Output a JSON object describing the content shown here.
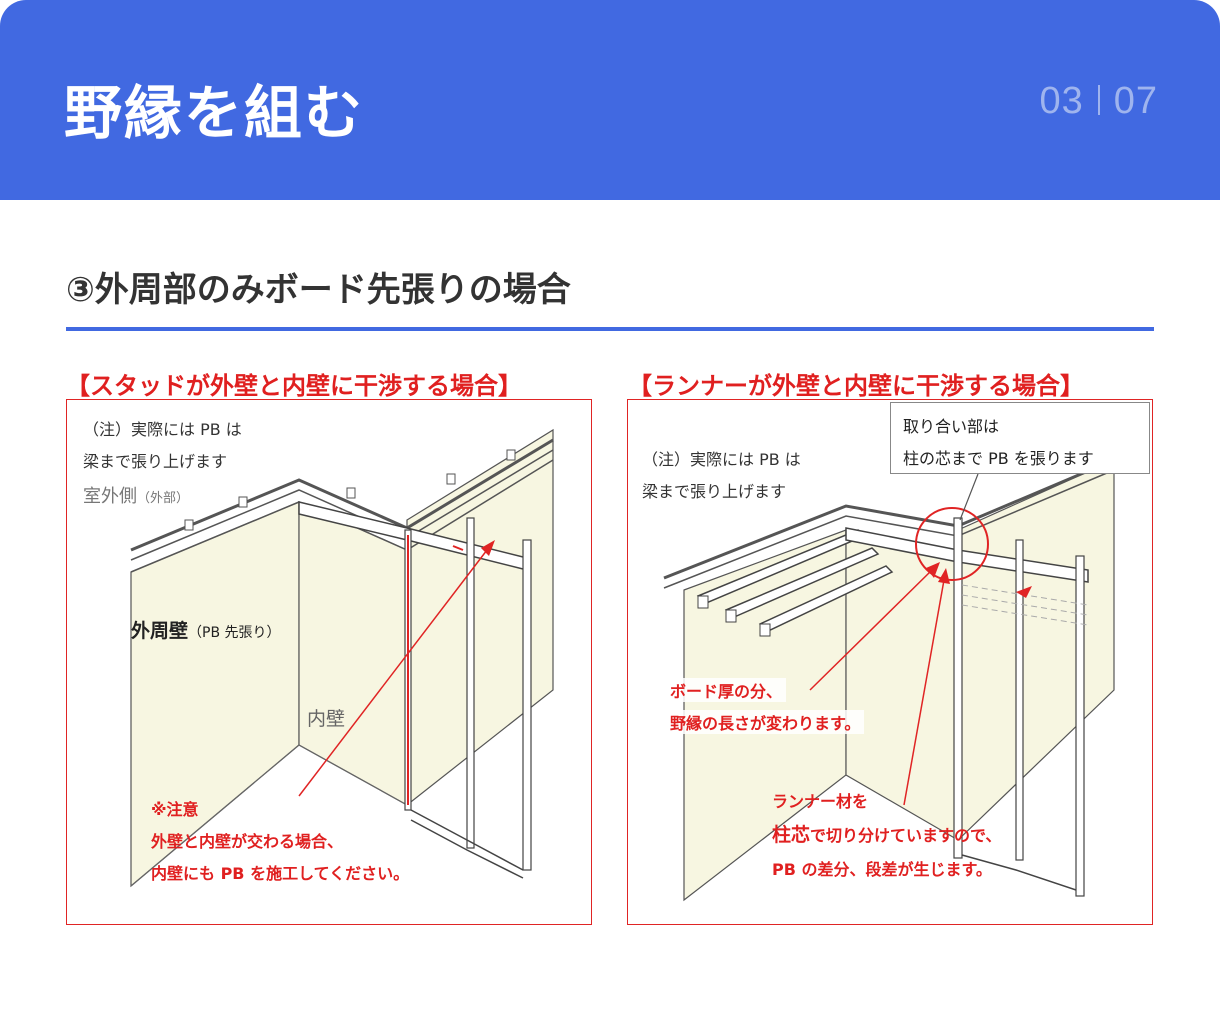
{
  "header": {
    "title": "野縁を組む",
    "page_current": "03",
    "page_total": "07"
  },
  "section_title": "③外周部のみボード先張りの場合",
  "left_panel": {
    "title": "【スタッドが外壁と内壁に干渉する場合】",
    "note_line1": "（注）実際には PB は",
    "note_line2": "梁まで張り上げます",
    "outside_label": "室外側",
    "outside_sub": "（外部）",
    "perimeter_label": "外周壁",
    "perimeter_sub": "（PB 先張り）",
    "inner_label": "内壁",
    "caution_line1": "※注意",
    "caution_line2": "外壁と内壁が交わる場合、",
    "caution_line3": "内壁にも PB を施工してください。"
  },
  "right_panel": {
    "title": "【ランナーが外壁と内壁に干渉する場合】",
    "callout_line1": "取り合い部は",
    "callout_line2": "柱の芯まで PB を張ります",
    "note_line1": "（注）実際には PB は",
    "note_line2": "梁まで張り上げます",
    "red_line1": "ボード厚の分、",
    "red_line2": "野縁の長さが変わります。",
    "bottom_line1": "ランナー材を",
    "bottom_line2_bold": "柱芯",
    "bottom_line2_rest": "で切り分けていますので、",
    "bottom_line3": "PB の差分、段差が生じます。"
  },
  "colors": {
    "header_blue": "#4169e1",
    "accent_red": "#e02020",
    "board_fill": "#f7f6e1"
  }
}
